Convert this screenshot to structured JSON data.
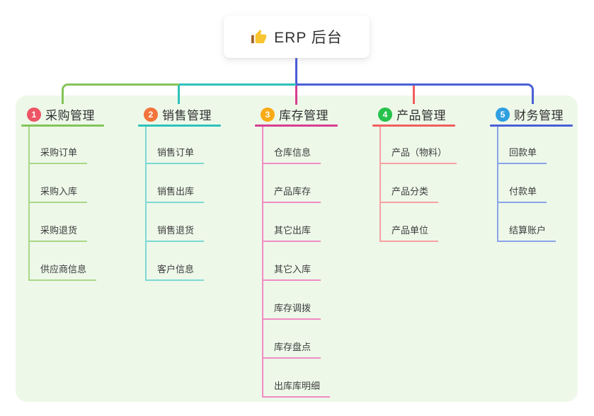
{
  "root": {
    "label": "ERP 后台",
    "icon": "thumbs-up",
    "icon_hand_color": "#f8c430",
    "icon_cuff_color": "#a0642c",
    "line_color": "#4c5bd6"
  },
  "canvas": {
    "background": "#ffffff",
    "panel_color": "#edf8e9"
  },
  "branches": [
    {
      "number": "1",
      "title": "采购管理",
      "badge_color": "#ed5565",
      "line_color": "#84c45a",
      "child_line_color": "#a9d886",
      "children": [
        "采购订单",
        "采购入库",
        "采购退货",
        "供应商信息"
      ]
    },
    {
      "number": "2",
      "title": "销售管理",
      "badge_color": "#f2743b",
      "line_color": "#2ec2ba",
      "child_line_color": "#7cd9d3",
      "children": [
        "销售订单",
        "销售出库",
        "销售退货",
        "客户信息"
      ]
    },
    {
      "number": "3",
      "title": "库存管理",
      "badge_color": "#f9ab17",
      "line_color": "#d83d92",
      "child_line_color": "#f08cc3",
      "children": [
        "仓库信息",
        "产品库存",
        "其它出库",
        "其它入库",
        "库存调拨",
        "库存盘点",
        "出库库明细"
      ]
    },
    {
      "number": "4",
      "title": "产品管理",
      "badge_color": "#27c24c",
      "line_color": "#f25e5e",
      "child_line_color": "#f7a1a1",
      "children": [
        "产品（物料）",
        "产品分类",
        "产品单位"
      ]
    },
    {
      "number": "5",
      "title": "财务管理",
      "badge_color": "#2e9fe0",
      "line_color": "#4a5fd6",
      "child_line_color": "#8aa4e8",
      "children": [
        "回款单",
        "付款单",
        "结算账户"
      ]
    }
  ]
}
